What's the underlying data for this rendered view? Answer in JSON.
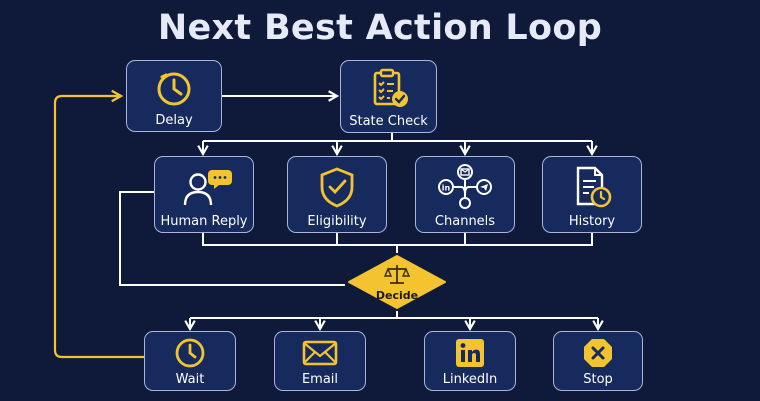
{
  "title": "Next Best Action Loop",
  "colors": {
    "background": "#0f1a3a",
    "node_fill": "#172a5e",
    "node_border": "#aab6d6",
    "accent": "#f3c430",
    "connector": "#ffffff",
    "loop": "#f3c430"
  },
  "nodes": {
    "delay": {
      "label": "Delay",
      "icon": "clock-icon"
    },
    "state_check": {
      "label": "State Check",
      "icon": "clipboard-check-icon"
    },
    "human_reply": {
      "label": "Human Reply",
      "icon": "user-chat-icon"
    },
    "eligibility": {
      "label": "Eligibility",
      "icon": "shield-check-icon"
    },
    "channels": {
      "label": "Channels",
      "icon": "channel-hub-icon"
    },
    "history": {
      "label": "History",
      "icon": "document-clock-icon"
    },
    "decide": {
      "label": "Decide",
      "icon": "scales-icon"
    },
    "wait": {
      "label": "Wait",
      "icon": "clock-icon"
    },
    "email": {
      "label": "Email",
      "icon": "envelope-icon"
    },
    "linkedin": {
      "label": "LinkedIn",
      "icon": "linkedin-icon"
    },
    "stop": {
      "label": "Stop",
      "icon": "stop-octagon-icon"
    }
  }
}
